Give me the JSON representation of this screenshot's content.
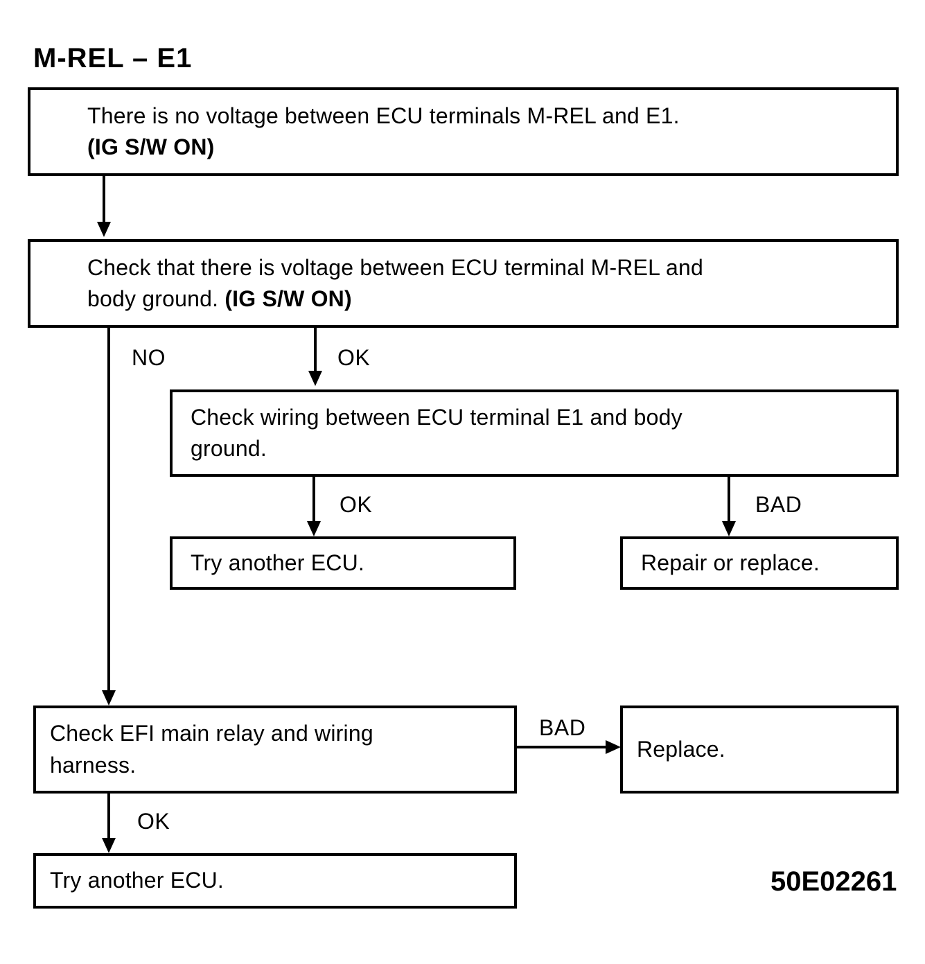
{
  "title": "M-REL – E1",
  "figure_id": "50E02261",
  "nodes": {
    "symptom": {
      "line1": "There is no voltage between ECU terminals M-REL and E1.",
      "line2": "(IG S/W ON)"
    },
    "check_mrel_voltage": {
      "line1": "Check that there is voltage between ECU terminal M-REL and",
      "line2_normal": "body ground. ",
      "line2_bold": "(IG S/W ON)"
    },
    "check_e1_wiring": {
      "line1": "Check wiring between ECU terminal E1 and body",
      "line2": "ground."
    },
    "try_another_ecu_mid": {
      "line1": "Try another ECU."
    },
    "repair_or_replace": {
      "line1": "Repair or replace."
    },
    "check_efi_relay": {
      "line1": "Check EFI main relay and wiring",
      "line2": "harness."
    },
    "replace": {
      "line1": "Replace."
    },
    "try_another_ecu_bottom": {
      "line1": "Try another ECU."
    }
  },
  "edges": {
    "symptom_to_check": "",
    "check_no": "NO",
    "check_ok": "OK",
    "e1_ok": "OK",
    "e1_bad": "BAD",
    "efi_bad": "BAD",
    "efi_ok": "OK"
  }
}
